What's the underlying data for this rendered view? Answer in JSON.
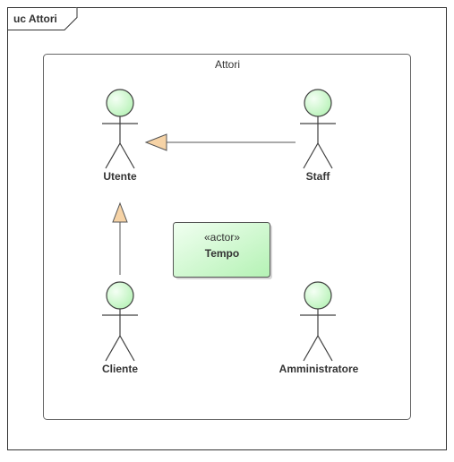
{
  "diagram": {
    "frame_title": "uc Attori",
    "boundary_title": "Attori",
    "actors": [
      {
        "id": "utente",
        "name": "Utente"
      },
      {
        "id": "staff",
        "name": "Staff"
      },
      {
        "id": "cliente",
        "name": "Cliente"
      },
      {
        "id": "administratore",
        "name": "Amministratore"
      }
    ],
    "class_box": {
      "stereotype": "«actor»",
      "name": "Tempo"
    },
    "generalizations": [
      {
        "from": "Staff",
        "to": "Utente"
      },
      {
        "from": "Cliente",
        "to": "Utente"
      }
    ],
    "colors": {
      "frame_border": "#333333",
      "boundary_border": "#666666",
      "actor_fill_light": "#f4fff4",
      "actor_fill_dark": "#b6f2b6",
      "actor_stroke": "#404040",
      "arrowhead_fill": "#f6d3a6",
      "box_fill_light": "#f1fff1",
      "box_fill_dark": "#b4f2b4",
      "text": "#333333"
    }
  }
}
